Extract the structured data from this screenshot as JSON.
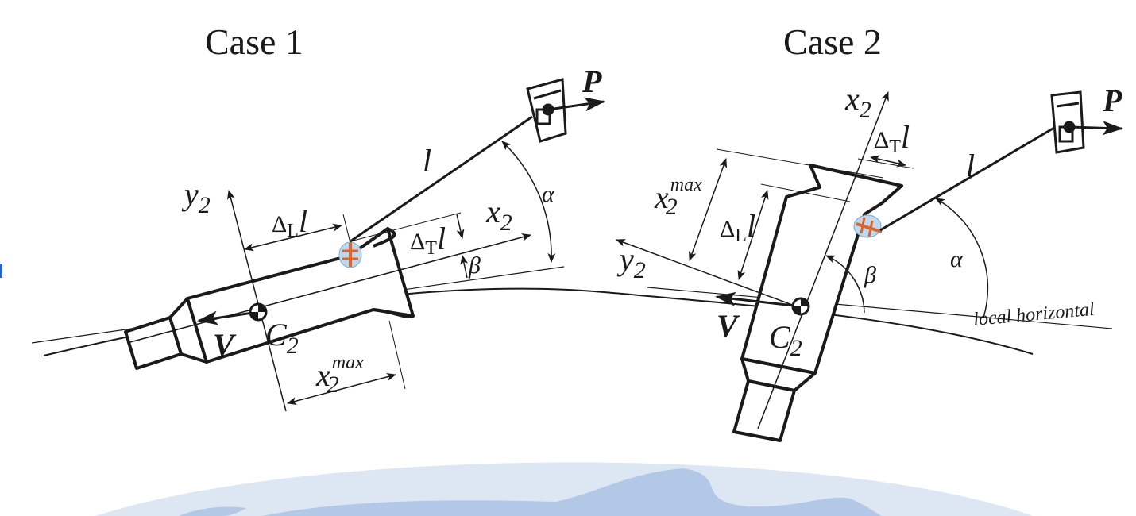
{
  "case1": {
    "title": "Case 1",
    "labels": {
      "P": "P",
      "l": "l",
      "alpha": "α",
      "beta": "β",
      "x2": "x",
      "x2_sub": "2",
      "y2": "y",
      "y2_sub": "2",
      "delta_L_l": "Δ",
      "delta_L_sub": "L",
      "delta_L_tail": "l",
      "delta_T_l": "Δ",
      "delta_T_sub": "T",
      "delta_T_tail": "l",
      "x2max": "x",
      "x2max_sub": "2",
      "x2max_sup": "max",
      "V": "V",
      "C2": "C",
      "C2_sub": "2"
    }
  },
  "case2": {
    "title": "Case 2",
    "labels": {
      "P": "P",
      "l": "l",
      "alpha": "α",
      "beta": "β",
      "x2": "x",
      "x2_sub": "2",
      "y2": "y",
      "y2_sub": "2",
      "delta_L_l": "Δ",
      "delta_L_sub": "L",
      "delta_L_tail": "l",
      "delta_T_l": "Δ",
      "delta_T_sub": "T",
      "delta_T_tail": "l",
      "x2max": "x",
      "x2max_sub": "2",
      "x2max_sup": "max",
      "V": "V",
      "C2": "C",
      "C2_sub": "2",
      "local_horizontal": "local horizontal"
    }
  },
  "colors": {
    "ink": "#1a1a1a",
    "earth_light": "#dde6f3",
    "earth_dark": "#b3c8e6",
    "tether_attach": "#e0642a",
    "attach_patch": "#bcd9ee"
  }
}
